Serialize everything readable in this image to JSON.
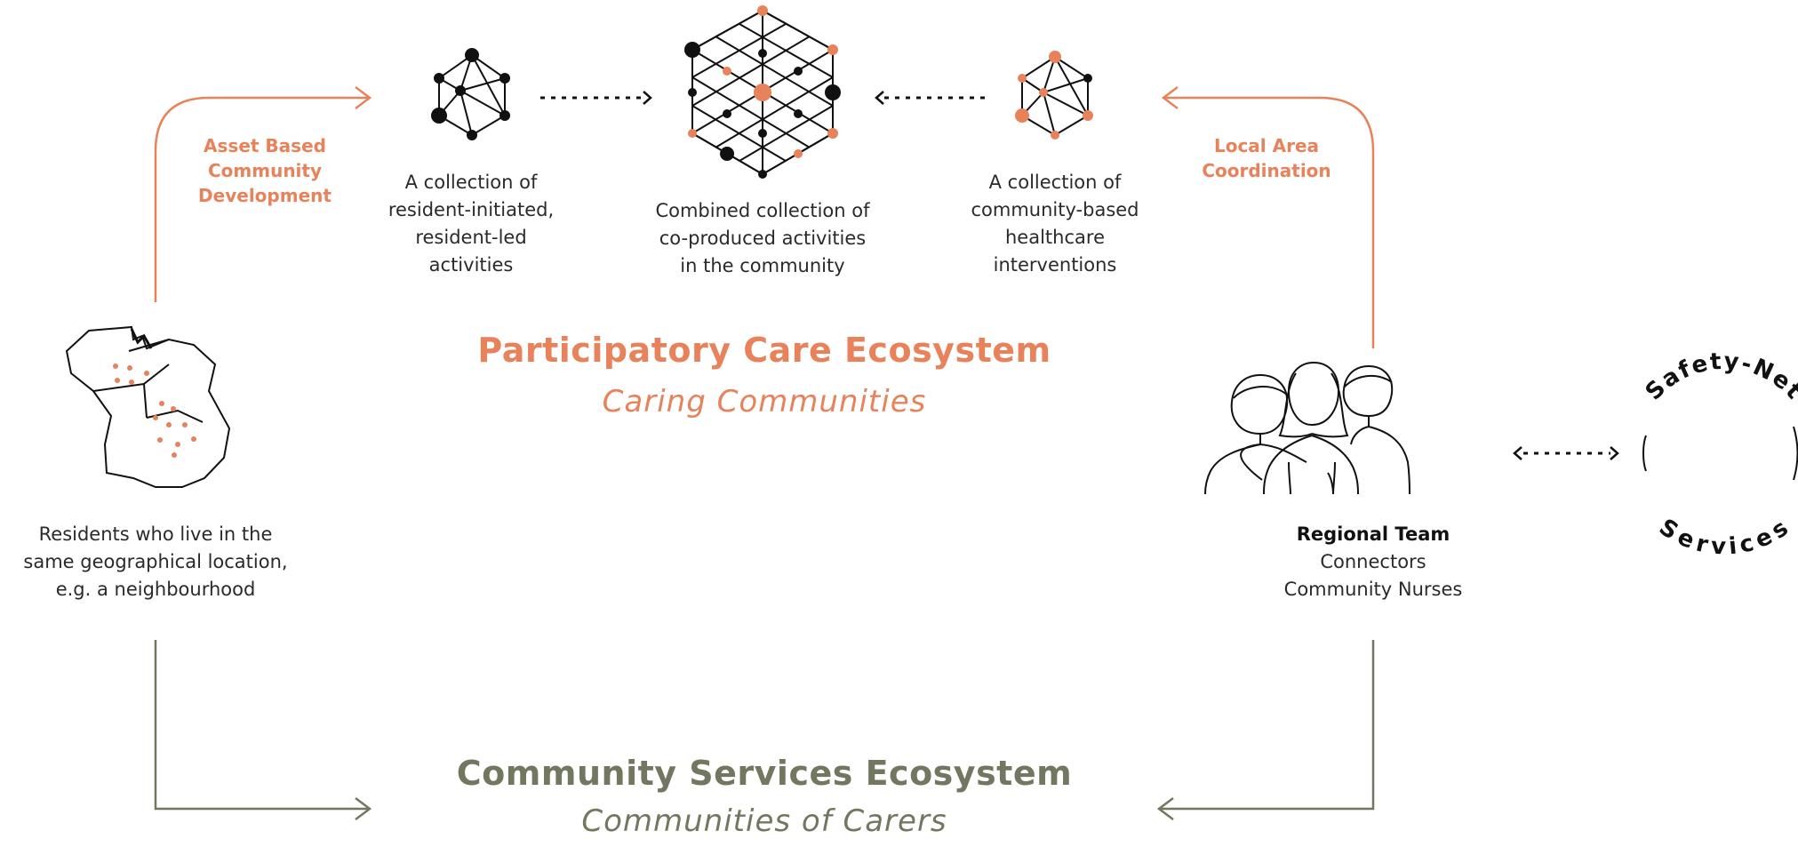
{
  "paths": {
    "left_label": [
      "Asset Based",
      "Community",
      "Development"
    ],
    "right_label": [
      "Local Area",
      "Coordination"
    ]
  },
  "activities": {
    "resident": [
      "A collection of",
      "resident-initiated,",
      "resident-led",
      "activities"
    ],
    "combined": [
      "Combined collection of",
      "co-produced activities",
      "in the community"
    ],
    "healthcare": [
      "A collection of",
      "community-based",
      "healthcare",
      "interventions"
    ]
  },
  "participatory": {
    "title": "Participatory Care Ecosystem",
    "subtitle": "Caring Communities"
  },
  "community_services": {
    "title": "Community Services Ecosystem",
    "subtitle": "Communities of Carers"
  },
  "residents": [
    "Residents who live in the",
    "same geographical location,",
    "e.g. a neighbourhood"
  ],
  "regional": {
    "title": "Regional Team",
    "lines": [
      "Connectors",
      "Community Nurses"
    ]
  },
  "safety_net": {
    "top": "Safety-Net",
    "bottom": "Services"
  },
  "colors": {
    "accent": "#e8825a",
    "olive": "#72775f",
    "ink": "#111111"
  },
  "icons": [
    "network-small-black-icon",
    "network-hex-grid-icon",
    "network-small-orange-icon",
    "neighbourhood-map-icon",
    "people-group-icon"
  ]
}
